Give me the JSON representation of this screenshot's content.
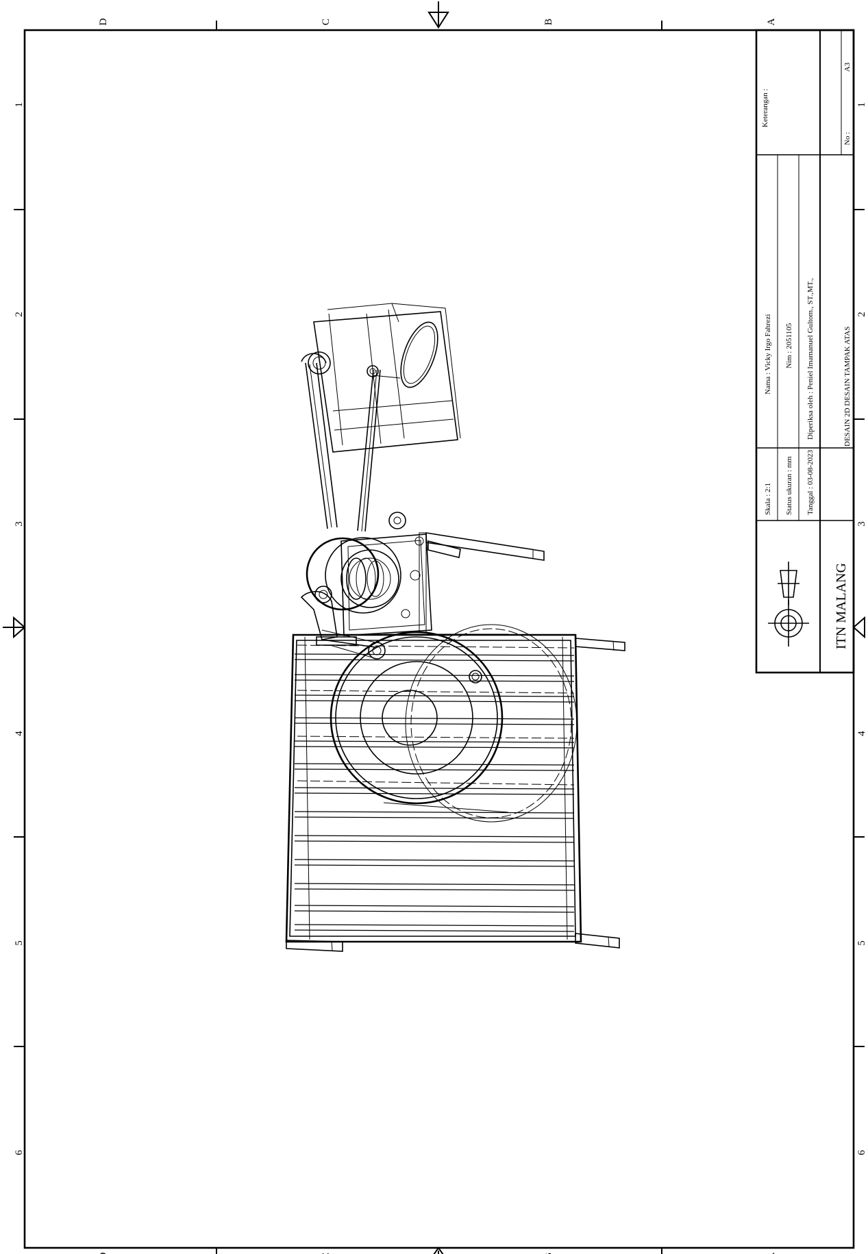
{
  "border": {
    "top_letters": [
      "D",
      "C",
      "B",
      "A"
    ],
    "bottom_letters": [
      "D",
      "C",
      "B",
      "A"
    ],
    "left_numbers": [
      "1",
      "2",
      "3",
      "4",
      "5",
      "6"
    ],
    "right_numbers": [
      "1",
      "2",
      "3",
      "4",
      "5",
      "6"
    ]
  },
  "title_block": {
    "sheet_size": "A3",
    "no_label": "No :",
    "keterangan_label": "Keterangan :",
    "nama": "Nama : Vicky Irgo Fahrezi",
    "nim": "Nim : 2051105",
    "diperiksa": "Diperiksa oleh : Peniel Imamanuel Gultom., ST.,MT.,",
    "skala": "Skala : 2:1",
    "status_ukuran": "Status ukuran : mm",
    "tanggal": "Tanggal : 03-08-2023",
    "institution": "ITN MALANG",
    "drawing_title": "DESAIN 2D DESAIN TAMPAK ATAS"
  }
}
